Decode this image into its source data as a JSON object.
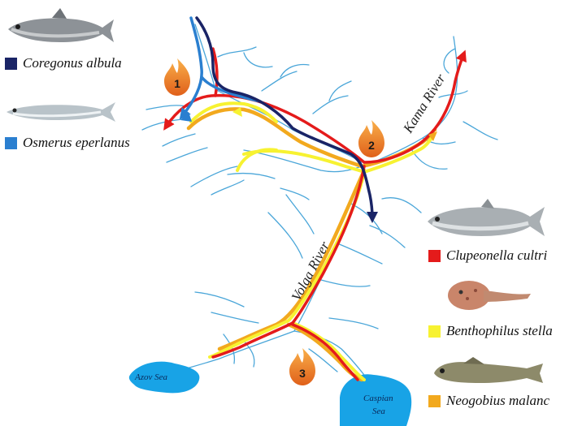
{
  "colors": {
    "coregonus_albula": "#1a2466",
    "osmerus_eperlanus": "#2a7fd0",
    "clupeonella_cultriventris": "#e41b1b",
    "benthophilus_stellatus": "#f7f231",
    "neogobius_melanostomus": "#f2a91e",
    "river": "#4aa6d9",
    "sea": "#18a3e6"
  },
  "legend": [
    {
      "label": "Coregonus albula",
      "color": "#1a2466",
      "icon": "whitefish-icon"
    },
    {
      "label": "Osmerus eperlanus",
      "color": "#2a7fd0",
      "icon": "smelt-icon"
    },
    {
      "label": "Clupeonella cultri",
      "color": "#e41b1b",
      "icon": "kilka-icon"
    },
    {
      "label": "Benthophilus stella",
      "color": "#f7f231",
      "icon": "tadpole-goby-icon"
    },
    {
      "label": "Neogobius malanc",
      "color": "#f2a91e",
      "icon": "round-goby-icon"
    }
  ],
  "map": {
    "rivers": [
      "Kama River",
      "Volga River"
    ],
    "seas": [
      {
        "name": "Azov Sea"
      },
      {
        "name": "Caspian",
        "name2": "Sea"
      }
    ],
    "markers": [
      {
        "number": "1",
        "icon": "fire-icon"
      },
      {
        "number": "2",
        "icon": "fire-icon"
      },
      {
        "number": "3",
        "icon": "fire-icon"
      }
    ]
  }
}
